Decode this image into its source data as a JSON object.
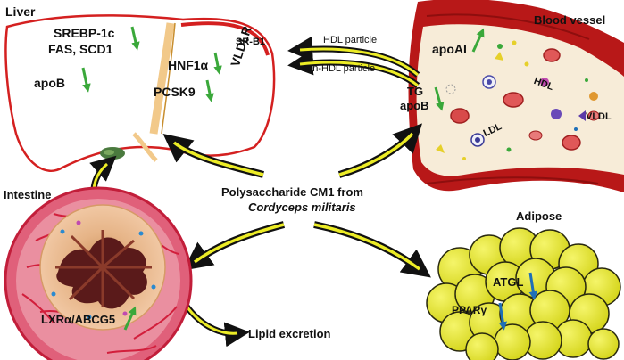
{
  "title": {
    "line1": "Polysaccharide CM1 from",
    "line2": "Cordyceps militaris"
  },
  "liver": {
    "title": "Liver",
    "markers_left_1": "SREBP-1c",
    "markers_left_2": "FAS, SCD1",
    "marker_apob": "apoB",
    "marker_hnf": "HNF1α",
    "marker_pcsk9": "PCSK9",
    "marker_srb1": "SR-B1",
    "marker_vldlr": "VLDLR"
  },
  "arrows": {
    "hdl_particle": "HDL particle",
    "non_hdl_particle": "non-HDL particle",
    "lipid_excretion": "Lipid excretion"
  },
  "blood_vessel": {
    "title": "Blood vessel",
    "marker_apoai": "apoAI",
    "marker_tg": "TG",
    "marker_apob": "apoB",
    "hdl": "HDL",
    "ldl": "LDL",
    "vldl": "VLDL"
  },
  "intestine": {
    "title": "Intestine",
    "marker": "LXRα/ABCG5"
  },
  "adipose": {
    "title": "Adipose",
    "marker_atgl": "ATGL",
    "marker_ppar": "PPARγ"
  },
  "colors": {
    "liver_outline": "#d42020",
    "vessel_red": "#b81818",
    "plasma": "#f7ecd8",
    "fat_yellow": "#e6e62a",
    "arrow_yellow": "#ecec26",
    "green_arrow": "#3aa83a",
    "blue_arrow": "#1e6fb8"
  }
}
